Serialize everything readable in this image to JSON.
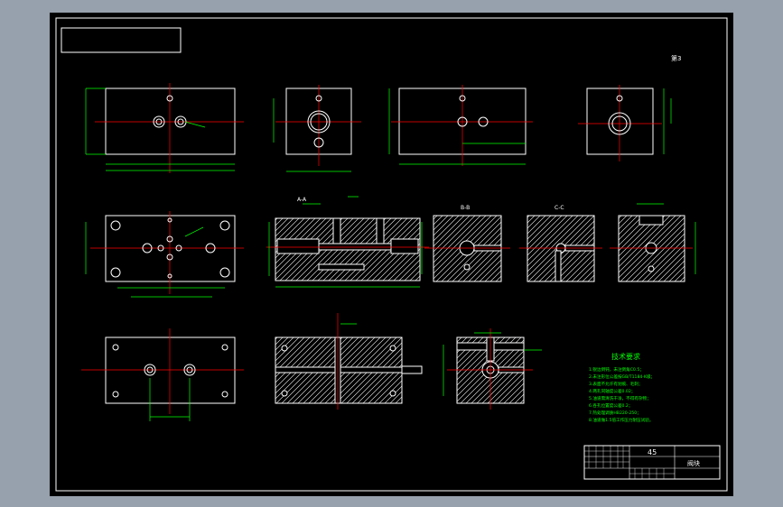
{
  "title_block": {
    "material": "45",
    "part_name": "阀块"
  },
  "technical_requirements": {
    "heading": "技术要求",
    "lines": [
      "1.锐边倒钝，未注倒角C0.5；",
      "2.未注形位公差按GB/T1184-K级；",
      "3.表面不允许有划痕、毛刺；",
      "4.两孔同轴度公差0.02；",
      "5.油道需清洗干净，不得有杂物；",
      "6.各孔位置度公差0.2；",
      "7.热处理调质HB220-250；",
      "8.油道做1.5倍工作压力耐压试验。"
    ]
  },
  "view_labels": {
    "section_a": "A-A",
    "section_b": "B-B",
    "section_c": "C-C",
    "corner_mark": "第3"
  },
  "colors": {
    "outline": "#ffffff",
    "dimension": "#00ff00",
    "centerline": "#ff0000",
    "background": "#000000"
  }
}
